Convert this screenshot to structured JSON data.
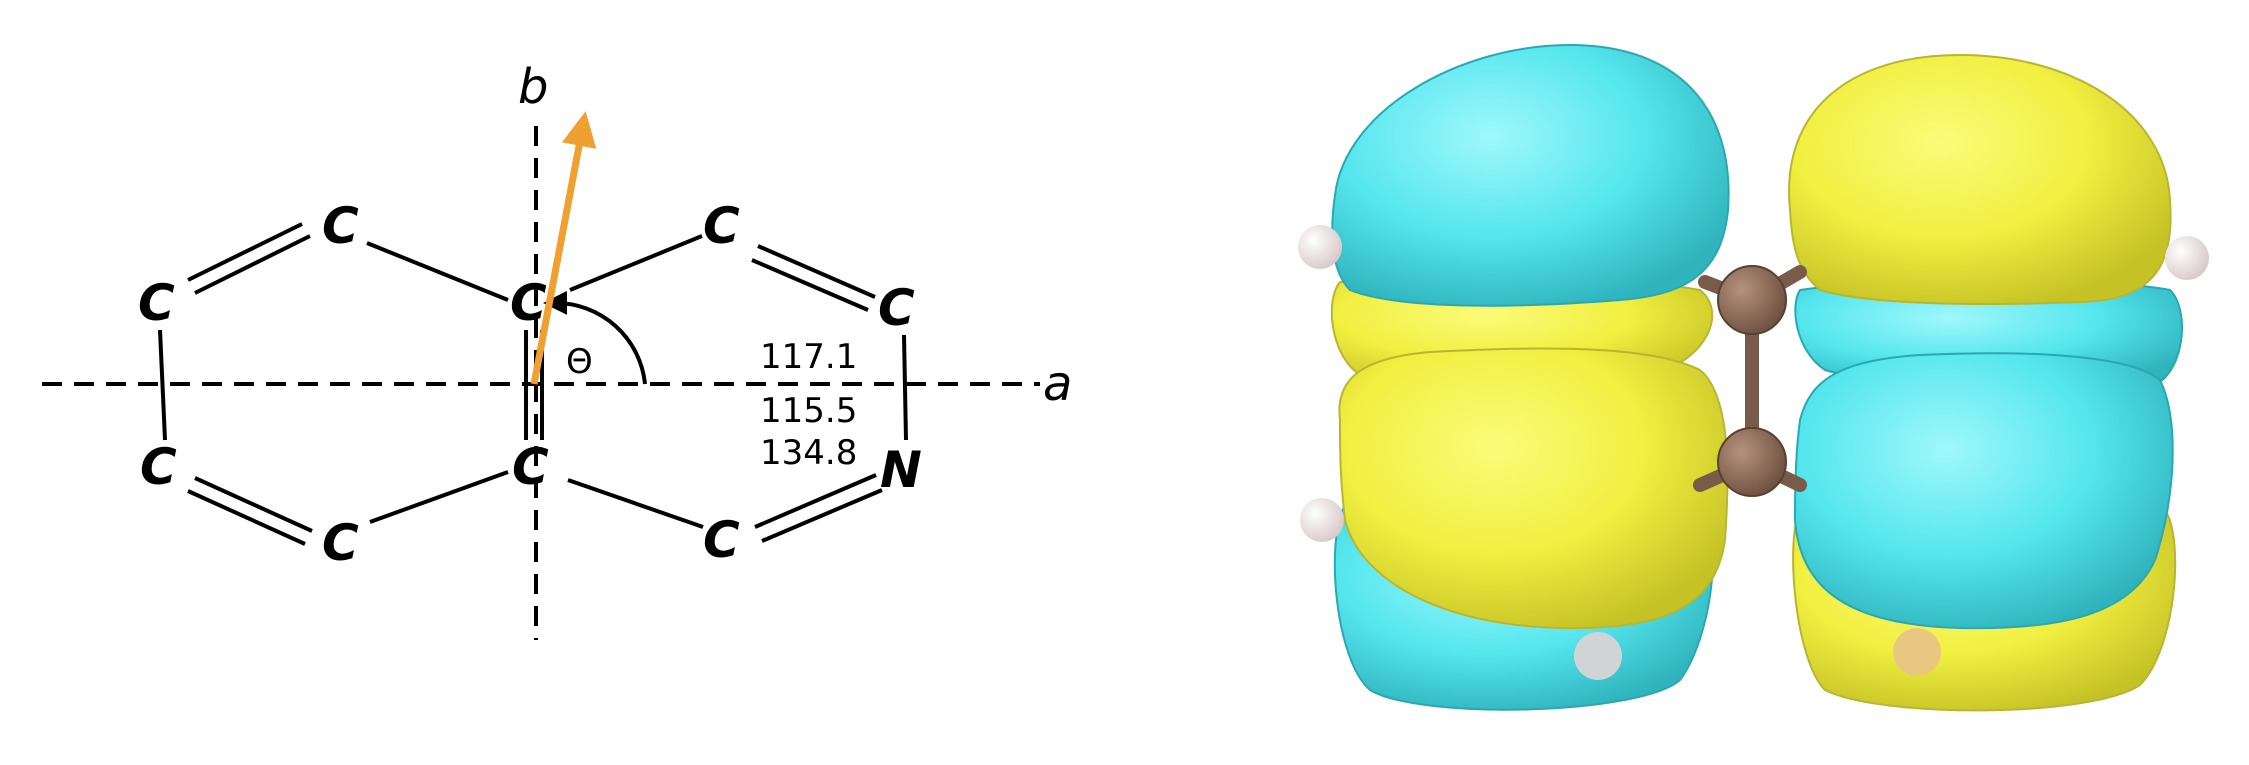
{
  "molecule": {
    "atoms": {
      "c_top_left": "C",
      "c_left_upper": "C",
      "c_left_lower": "C",
      "c_bottom_left": "C",
      "c_center_upper": "C",
      "c_center_lower": "C",
      "c_top_right": "C",
      "c_right_upper": "C",
      "c_bottom_right": "C",
      "n_right": "N"
    }
  },
  "axes": {
    "a_label": "a",
    "b_label": "b"
  },
  "angle": {
    "symbol": "Θ",
    "values": [
      "117.1",
      "115.5",
      "134.8"
    ]
  },
  "colors": {
    "transition_dipole": "#f0a030",
    "lobe_cyan": "#4fe0e8",
    "lobe_yellow": "#f2f040",
    "carbon_atom": "#8a6a55",
    "hydrogen_atom": "#f0dede"
  }
}
